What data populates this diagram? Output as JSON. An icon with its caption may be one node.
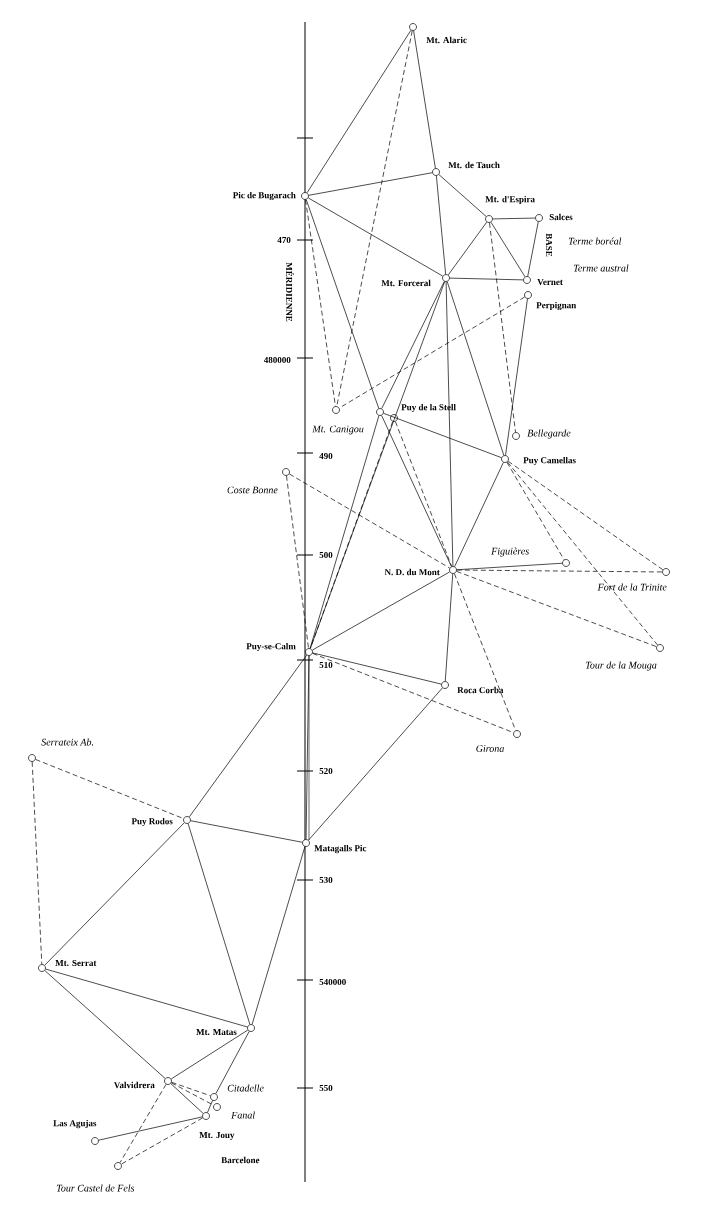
{
  "diagram": {
    "nodes": [
      {
        "text": [
          "Mt. Alaric"
        ]
      },
      {
        "text": [
          "Mt. de Tauch"
        ]
      },
      {
        "text": [
          "Pic de Bugarach"
        ]
      },
      {
        "text": [
          "Mt. d'Espira"
        ]
      },
      {
        "text": [
          "Salces"
        ]
      },
      {
        "text": [
          "Vernet"
        ]
      },
      {
        "text": [
          "Mt. Forceral"
        ]
      },
      {
        "text": [
          "Perpignan"
        ]
      },
      {
        "text": [
          "Mt. Canigou"
        ]
      },
      {
        "text": [
          "Puy de la Stell"
        ]
      },
      {
        "text": [],
        "shape": "circle"
      },
      {
        "text": [
          "Bellegarde"
        ]
      },
      {
        "text": [
          "Puy Camellas"
        ]
      },
      {
        "text": [
          "Coste Bonne"
        ]
      },
      {
        "text": [
          "Figuières"
        ]
      },
      {
        "text": [
          "N. D. du Mont"
        ]
      },
      {
        "text": [
          "Fort de la Trinite"
        ]
      },
      {
        "text": [
          "Puy-se-Calm"
        ]
      },
      {
        "text": [
          "Tour de la Mouga"
        ]
      },
      {
        "text": [
          "Roca Corba"
        ]
      },
      {
        "text": [
          "Girona"
        ]
      },
      {
        "text": [
          "Serrateix Ab."
        ]
      },
      {
        "text": [
          "Puy Rodos"
        ]
      },
      {
        "text": [
          "Matagalls Pic"
        ]
      },
      {
        "text": [
          "Mt. Serrat"
        ]
      },
      {
        "text": [
          "Mt. Matas"
        ]
      },
      {
        "text": [
          "Valvidrera"
        ]
      },
      {
        "text": [
          "Citadelle"
        ]
      },
      {
        "text": [
          "Fanal"
        ]
      },
      {
        "text": [
          "Mt. Jouy"
        ]
      },
      {
        "text": [
          "Las Agujas"
        ]
      },
      {
        "text": [
          "Tour Castel de Fels"
        ]
      }
    ],
    "edges": [
      {
        "from": 0,
        "to": 2,
        "arrow": "none"
      },
      {
        "from": 0,
        "to": 1,
        "arrow": "none"
      },
      {
        "from": 0,
        "to": 8,
        "arrow": "none",
        "style": "dashed"
      },
      {
        "from": 2,
        "to": 1,
        "arrow": "none"
      },
      {
        "from": 2,
        "to": 6,
        "arrow": "none"
      },
      {
        "from": 2,
        "to": 8,
        "arrow": "none",
        "style": "dashed"
      },
      {
        "from": 2,
        "to": 9,
        "arrow": "none"
      },
      {
        "from": 1,
        "to": 6,
        "arrow": "none"
      },
      {
        "from": 1,
        "to": 3,
        "arrow": "none"
      },
      {
        "from": 3,
        "to": 4,
        "arrow": "none"
      },
      {
        "from": 3,
        "to": 5,
        "arrow": "none"
      },
      {
        "from": 3,
        "to": 6,
        "arrow": "none"
      },
      {
        "from": 3,
        "to": 11,
        "arrow": "none",
        "style": "dashed"
      },
      {
        "from": 4,
        "to": 5,
        "arrow": "none"
      },
      {
        "from": 6,
        "to": 5,
        "arrow": "none"
      },
      {
        "from": 6,
        "to": 9,
        "arrow": "none"
      },
      {
        "from": 6,
        "to": 17,
        "arrow": "none"
      },
      {
        "from": 6,
        "to": 12,
        "arrow": "none"
      },
      {
        "from": 6,
        "to": 15,
        "arrow": "none"
      },
      {
        "from": 7,
        "to": 8,
        "arrow": "none",
        "style": "dashed"
      },
      {
        "from": 7,
        "to": 12,
        "arrow": "none"
      },
      {
        "from": 9,
        "to": 12,
        "arrow": "none"
      },
      {
        "from": 9,
        "to": 15,
        "arrow": "none"
      },
      {
        "from": 9,
        "to": 17,
        "arrow": "none"
      },
      {
        "from": 10,
        "to": 15,
        "arrow": "none",
        "style": "dashed"
      },
      {
        "from": 10,
        "to": 17,
        "arrow": "none",
        "style": "dashed"
      },
      {
        "from": 12,
        "to": 15,
        "arrow": "none"
      },
      {
        "from": 12,
        "to": 14,
        "arrow": "none",
        "style": "dashed"
      },
      {
        "from": 12,
        "to": 16,
        "arrow": "none",
        "style": "dashed"
      },
      {
        "from": 12,
        "to": 18,
        "arrow": "none",
        "style": "dashed"
      },
      {
        "from": 13,
        "to": 15,
        "arrow": "none",
        "style": "dashed"
      },
      {
        "from": 13,
        "to": 17,
        "arrow": "none",
        "style": "dashed"
      },
      {
        "from": 15,
        "to": 14,
        "arrow": "none"
      },
      {
        "from": 15,
        "to": 16,
        "arrow": "none",
        "style": "dashed"
      },
      {
        "from": 15,
        "to": 17,
        "arrow": "none"
      },
      {
        "from": 15,
        "to": 19,
        "arrow": "none"
      },
      {
        "from": 15,
        "to": 20,
        "arrow": "none",
        "style": "dashed"
      },
      {
        "from": 15,
        "to": 18,
        "arrow": "none",
        "style": "dashed"
      },
      {
        "from": 17,
        "to": 19,
        "arrow": "none"
      },
      {
        "from": 17,
        "to": 20,
        "arrow": "none",
        "style": "dashed"
      },
      {
        "from": 17,
        "to": 22,
        "arrow": "none"
      },
      {
        "from": 17,
        "to": 23,
        "arrow": "none"
      },
      {
        "from": 19,
        "to": 23,
        "arrow": "none"
      },
      {
        "from": 21,
        "to": 22,
        "arrow": "none",
        "style": "dashed"
      },
      {
        "from": 21,
        "to": 24,
        "arrow": "none",
        "style": "dashed"
      },
      {
        "from": 22,
        "to": 23,
        "arrow": "none"
      },
      {
        "from": 22,
        "to": 24,
        "arrow": "none"
      },
      {
        "from": 22,
        "to": 25,
        "arrow": "none"
      },
      {
        "from": 23,
        "to": 25,
        "arrow": "none"
      },
      {
        "from": 24,
        "to": 25,
        "arrow": "none"
      },
      {
        "from": 24,
        "to": 26,
        "arrow": "none"
      },
      {
        "from": 25,
        "to": 26,
        "arrow": "none"
      },
      {
        "from": 25,
        "to": 27,
        "arrow": "none"
      },
      {
        "from": 26,
        "to": 27,
        "arrow": "none",
        "style": "dashed"
      },
      {
        "from": 26,
        "to": 28,
        "arrow": "none",
        "style": "dashed"
      },
      {
        "from": 26,
        "to": 29,
        "arrow": "none"
      },
      {
        "from": 26,
        "to": 31,
        "arrow": "none",
        "style": "dashed"
      },
      {
        "from": 27,
        "to": 29,
        "arrow": "none"
      },
      {
        "from": 29,
        "to": 30,
        "arrow": "none"
      },
      {
        "from": 29,
        "to": 31,
        "arrow": "none",
        "style": "dashed"
      }
    ],
    "labels": [
      "470",
      "480000",
      "490",
      "500",
      "510",
      "520",
      "530",
      "540000",
      "550",
      "MÉRIDIENNE",
      "BASE",
      "Terme boréal",
      "Terme austral",
      "Barcelone"
    ]
  }
}
